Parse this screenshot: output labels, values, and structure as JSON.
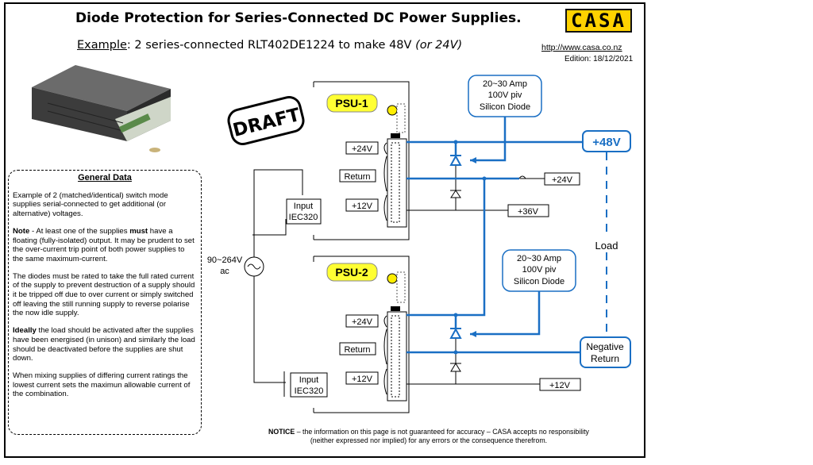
{
  "header": {
    "title": "Diode Protection for Series-Connected DC Power Supplies.",
    "example_label": "Example",
    "example_text": ": 2 series-connected RLT402DE1224 to make 48V ",
    "example_alt": "(or 24V)",
    "logo_text": "CASA",
    "url": "http://www.casa.co.nz",
    "edition": "Edition: 18/12/2021"
  },
  "stamp": "DRAFT",
  "general_data": {
    "heading": "General Data",
    "p1": "Example of 2 (matched/identical) switch mode supplies serial-connected to get additional (or alternative) voltages.",
    "p2_lead": "Note",
    "p2_a": " - At least one of the supplies ",
    "p2_must": "must",
    "p2_b": " have a floating (fully-isolated) output. It may be prudent to set the over-current trip point of both power supplies to the same maximum-current.",
    "p3": "The diodes must be rated to take the full rated current of the supply to prevent destruction of a supply should it be tripped off due to over current or simply switched off leaving the still running supply to reverse polarise the now idle supply.",
    "p4_lead": "Ideally",
    "p4": " the load should be activated after the supplies have been energised (in unison) and similarly the load should be deactivated before the supplies are shut down.",
    "p5": "When mixing supplies of differing current ratings the lowest current sets the maximun allowable current of the combination."
  },
  "diagram": {
    "psu1": "PSU-1",
    "psu2": "PSU-2",
    "terminal_24v": "+24V",
    "terminal_return": "Return",
    "terminal_12v": "+12V",
    "input_line1": "Input",
    "input_line2": "IEC320",
    "ac_line1": "90~264V",
    "ac_line2": "ac",
    "diode_note_line1": "20~30 Amp",
    "diode_note_line2": "100V piv",
    "diode_note_line3": "Silicon Diode",
    "out_48v": "+48V",
    "out_24v": "+24V",
    "out_36v": "+36V",
    "out_12v": "+12V",
    "load": "Load",
    "neg_line1": "Negative",
    "neg_line2": "Return"
  },
  "colors": {
    "wire_blue": "#1a6fc4",
    "psu_label_bg": "#ffff33",
    "logo_bg": "#ffd200"
  },
  "notice": {
    "lead": "NOTICE",
    "line1": " – the information on this page is not guaranteed for accuracy – CASA accepts no responsibility",
    "line2": "(neither expressed nor implied) for any errors or the consequence therefrom."
  }
}
